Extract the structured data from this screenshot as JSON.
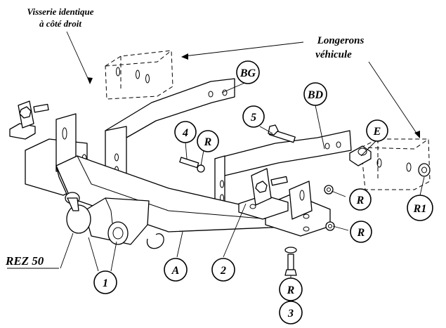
{
  "notes": {
    "visserie_line1": "Visserie identique",
    "visserie_line2": "à côté droit",
    "longerons_line1": "Longerons",
    "longerons_line2": "véhicule",
    "model": "REZ 50"
  },
  "callouts": {
    "BG": "BG",
    "BD": "BD",
    "c5": "5",
    "c4": "4",
    "R_top": "R",
    "E": "E",
    "R_mid": "R",
    "R1": "R1",
    "R_low": "R",
    "A": "A",
    "c2": "2",
    "c1": "1",
    "R_bottom": "R",
    "c3": "3"
  }
}
